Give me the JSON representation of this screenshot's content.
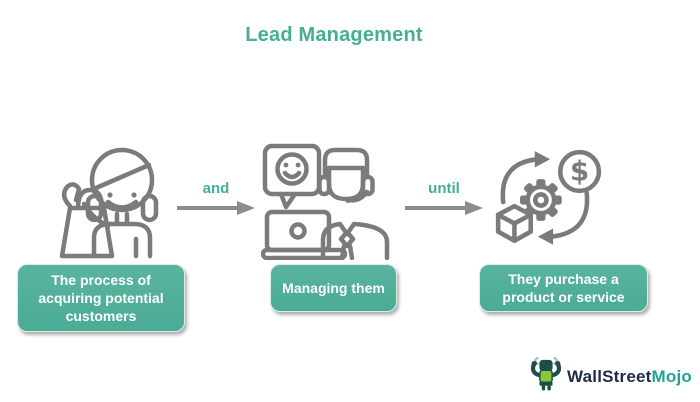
{
  "title": "Lead Management",
  "connectors": [
    {
      "label": "and"
    },
    {
      "label": "until"
    }
  ],
  "stages": [
    {
      "name": "acquire",
      "label": "The process of acquiring potential customers"
    },
    {
      "name": "manage",
      "label": "Managing them"
    },
    {
      "name": "purchase",
      "label": "They purchase a product or service"
    }
  ],
  "icons": {
    "dollar_sign": "$"
  },
  "logo": {
    "name": "WallStreetMojo",
    "text_primary": "WallStreet",
    "text_secondary": "Mojo"
  },
  "colors": {
    "accent_teal": "#45AE96",
    "box_fill": "#4FAD97",
    "box_border": "#D9ECE7",
    "icon_gray": "#7B7B7B",
    "arrow_gray": "#8C8C8C",
    "logo_navy": "#1C2B4A",
    "logo_teal": "#23A393",
    "mascot_dark": "#1C4F45",
    "mascot_green": "#8CC63F",
    "background": "#FFFFFF"
  }
}
